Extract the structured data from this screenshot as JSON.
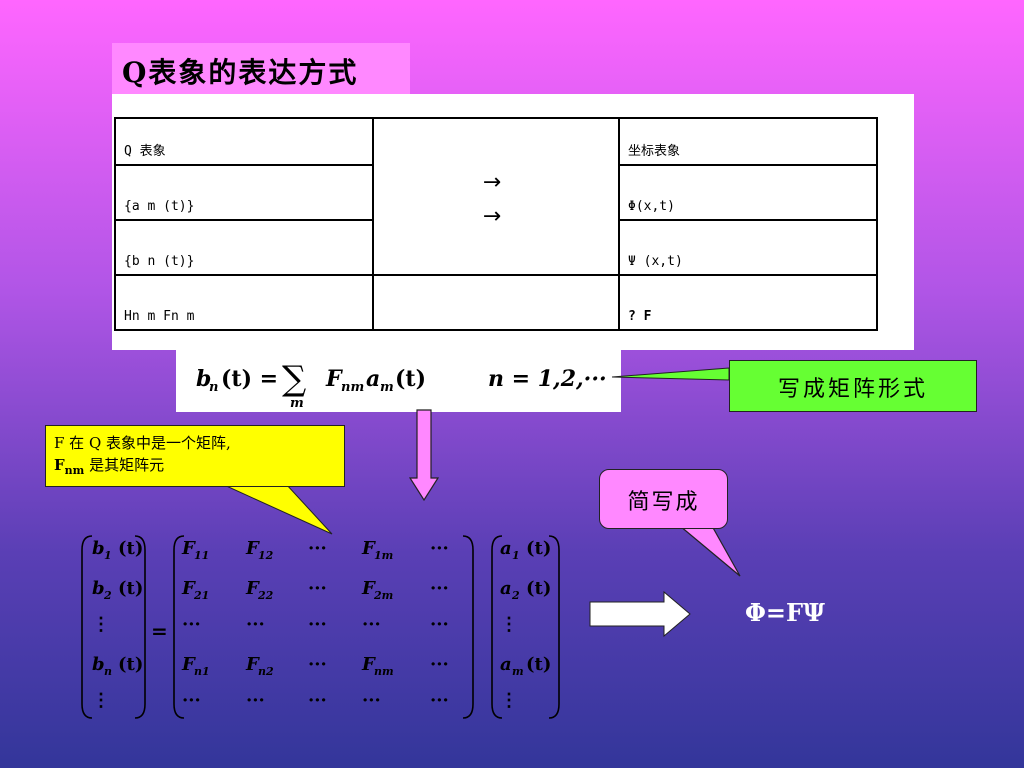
{
  "title": "Q表象的表达方式",
  "table": {
    "rows": [
      {
        "left": "Q 表象",
        "right": "坐标表象"
      },
      {
        "left": "{a m (t)}",
        "right": "Φ(x,t)"
      },
      {
        "left": "{b n (t)}",
        "right": "Ψ (x,t)"
      },
      {
        "left": "Hn m   Fn m",
        "right": "?  F"
      }
    ],
    "arrows": [
      "→",
      "→"
    ]
  },
  "formula": {
    "lhs": "b",
    "lhs_sub": "n",
    "lhs_arg": "(t) =",
    "sum": "∑",
    "sum_index": "m",
    "term1": "F",
    "term1_sub": "nm",
    "term2": "a",
    "term2_sub": "m",
    "term2_arg": "(t)",
    "range": "n = 1,2,···"
  },
  "labels": {
    "matrix_form": "写成矩阵形式",
    "callout_line1": "F 在 Q 表象中是一个矩阵,",
    "callout_line2_main": "F",
    "callout_line2_sub": "nm",
    "callout_line2_rest": " 是其矩阵元",
    "short_form": "简写成",
    "result": "Φ=FΨ"
  },
  "matrix": {
    "left_vector": [
      [
        "b",
        "1"
      ],
      [
        "b",
        "2"
      ],
      [
        "⋮",
        ""
      ],
      [
        "b",
        "n"
      ],
      [
        "⋮",
        ""
      ]
    ],
    "arg": "(t)",
    "equals": "=",
    "rows": [
      [
        [
          "F",
          "11"
        ],
        [
          "F",
          "12"
        ],
        [
          "···",
          ""
        ],
        [
          "F",
          "1m"
        ],
        [
          "···",
          ""
        ]
      ],
      [
        [
          "F",
          "21"
        ],
        [
          "F",
          "22"
        ],
        [
          "···",
          ""
        ],
        [
          "F",
          "2m"
        ],
        [
          "···",
          ""
        ]
      ],
      [
        [
          "···",
          ""
        ],
        [
          "···",
          ""
        ],
        [
          "···",
          ""
        ],
        [
          "···",
          ""
        ],
        [
          "···",
          ""
        ]
      ],
      [
        [
          "F",
          "n1"
        ],
        [
          "F",
          "n2"
        ],
        [
          "···",
          ""
        ],
        [
          "F",
          "nm"
        ],
        [
          "···",
          ""
        ]
      ],
      [
        [
          "···",
          ""
        ],
        [
          "···",
          ""
        ],
        [
          "···",
          ""
        ],
        [
          "···",
          ""
        ],
        [
          "···",
          ""
        ]
      ]
    ],
    "right_vector": [
      [
        "a",
        "1"
      ],
      [
        "a",
        "2"
      ],
      [
        "⋮",
        ""
      ],
      [
        "a",
        "m"
      ],
      [
        "⋮",
        ""
      ]
    ]
  },
  "colors": {
    "title_bg": "#ff88ff",
    "green": "#66ff33",
    "yellow": "#ffff00",
    "pink": "#ff88ff",
    "arrow_fill": "#ff88ff",
    "white_arrow": "#ffffff"
  }
}
